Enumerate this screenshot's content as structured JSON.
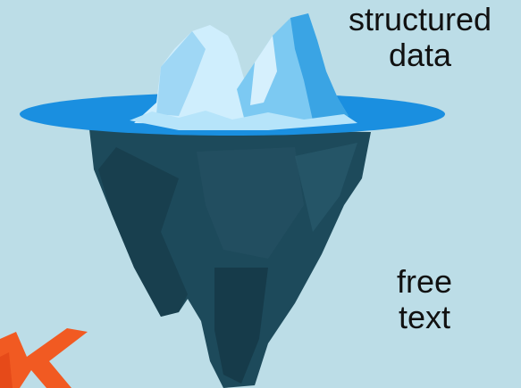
{
  "labels": {
    "structured": {
      "line1": "structured",
      "line2": "data"
    },
    "free": {
      "line1": "free",
      "line2": "text"
    }
  },
  "colors": {
    "background": "#bcdde7",
    "water": "#1a8fe0",
    "ice_light": "#cfeefd",
    "ice_mid": "#7cc9f2",
    "ice_dark": "#3aa4e4",
    "underwater": "#1d4a5b",
    "underwater_shadow": "#173d4c",
    "logo_orange": "#f15a22"
  }
}
